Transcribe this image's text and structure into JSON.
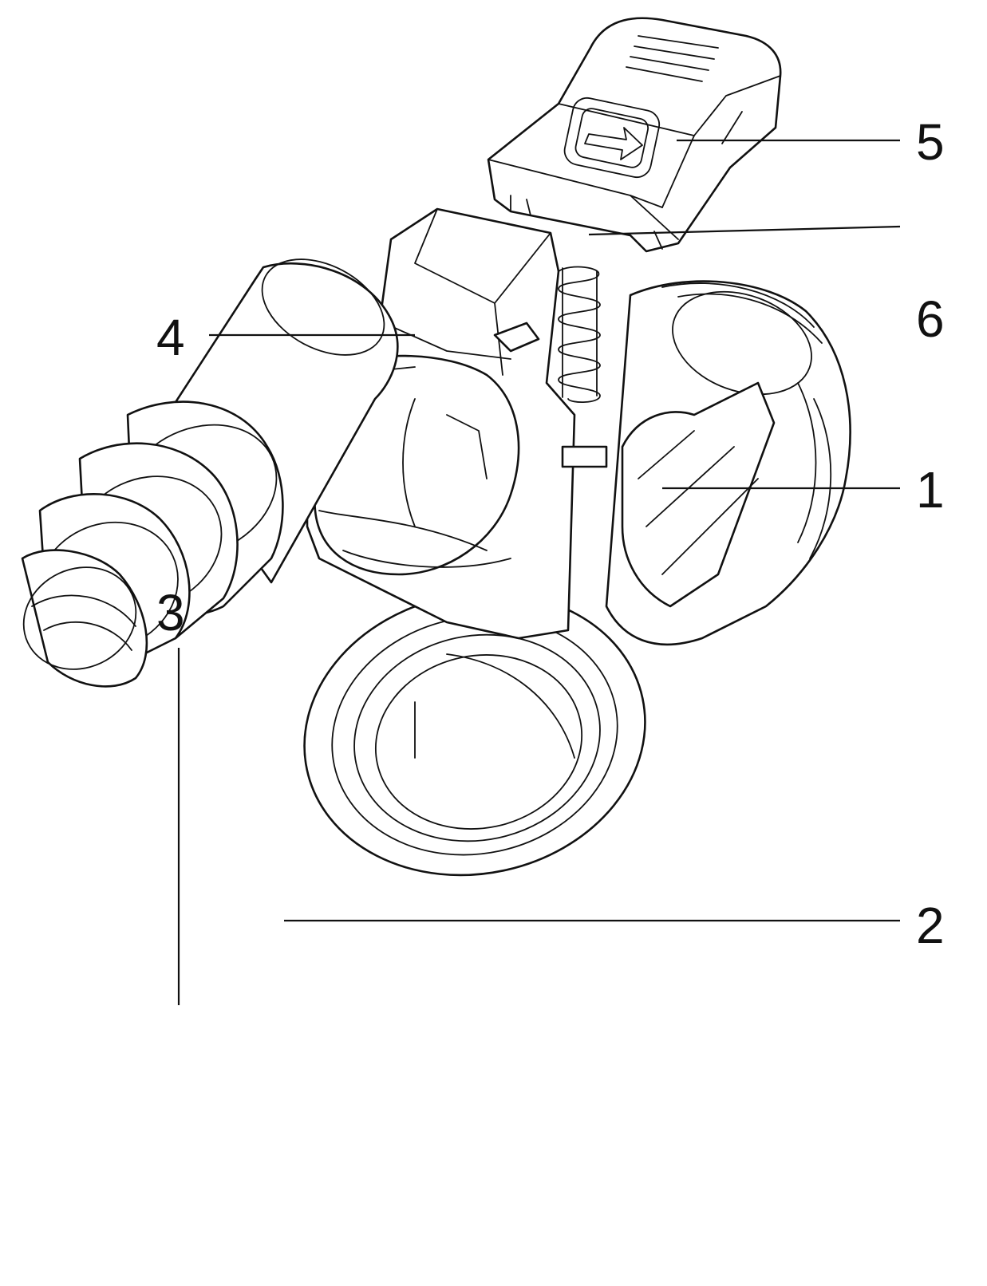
{
  "figure": {
    "callouts": [
      {
        "id": "cap",
        "label": "5"
      },
      {
        "id": "spring",
        "label": "6"
      },
      {
        "id": "lock-frame",
        "label": "4"
      },
      {
        "id": "housing",
        "label": "1"
      },
      {
        "id": "tube",
        "label": "2"
      },
      {
        "id": "threaded-fitting",
        "label": "3"
      }
    ]
  },
  "colors": {
    "line": "#111111",
    "background": "#ffffff"
  }
}
